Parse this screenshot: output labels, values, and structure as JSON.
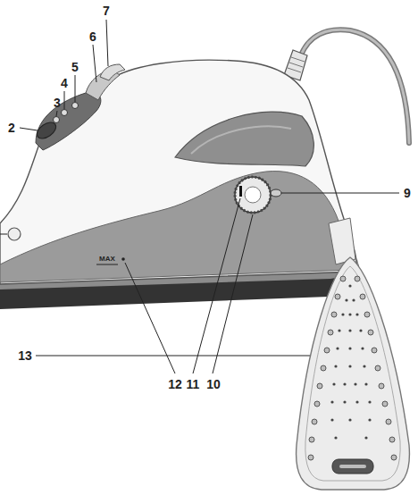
{
  "diagram": {
    "labels": [
      "7",
      "6",
      "5",
      "4",
      "3",
      "2",
      "9",
      "MAX",
      "12",
      "11",
      "10",
      "13"
    ]
  }
}
